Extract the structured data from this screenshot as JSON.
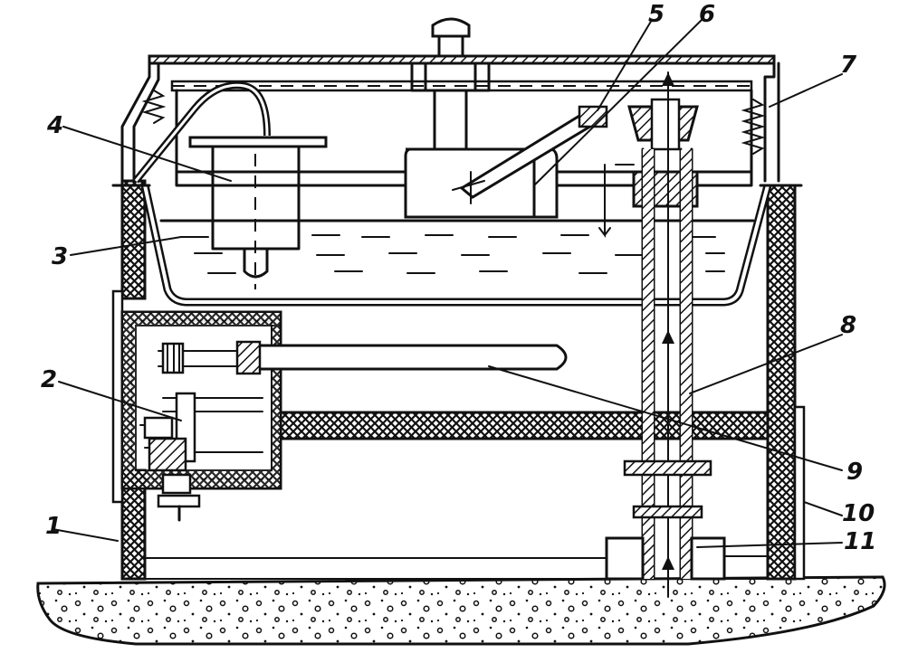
{
  "diagram": {
    "callouts": [
      {
        "id": "1",
        "text": "1"
      },
      {
        "id": "2",
        "text": "2"
      },
      {
        "id": "3",
        "text": "3"
      },
      {
        "id": "4",
        "text": "4"
      },
      {
        "id": "5",
        "text": "5"
      },
      {
        "id": "6",
        "text": "6"
      },
      {
        "id": "7",
        "text": "7"
      },
      {
        "id": "8",
        "text": "8"
      },
      {
        "id": "9",
        "text": "9"
      },
      {
        "id": "10",
        "text": "10"
      },
      {
        "id": "11",
        "text": "11"
      }
    ],
    "colors": {
      "ink": "#111111",
      "paper": "#ffffff"
    }
  }
}
